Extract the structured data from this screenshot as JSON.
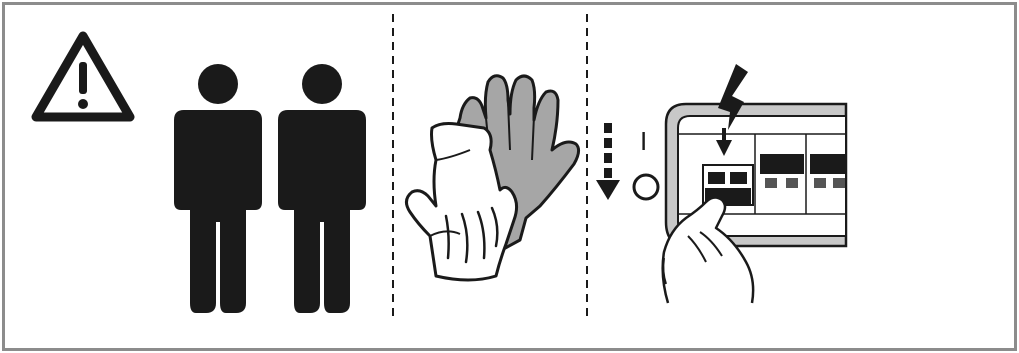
{
  "illustration": {
    "colors": {
      "frame": "#8c8c8c",
      "ink": "#1a1a1a",
      "glove_gray": "#a6a6a6",
      "panel_gray": "#c8c8c8"
    },
    "sections": [
      {
        "name": "warning-two-persons",
        "icons": [
          "warning-triangle-icon",
          "person-icon",
          "person-icon"
        ]
      },
      {
        "name": "protective-gloves",
        "icons": [
          "work-glove-icon",
          "work-glove-icon"
        ]
      },
      {
        "name": "switch-off-breaker",
        "icons": [
          "switch-off-arrow-icon",
          "lightning-icon",
          "circuit-breaker-panel-icon",
          "hand-icon"
        ]
      }
    ],
    "switch_symbols": {
      "on": "I",
      "off": "O"
    }
  }
}
